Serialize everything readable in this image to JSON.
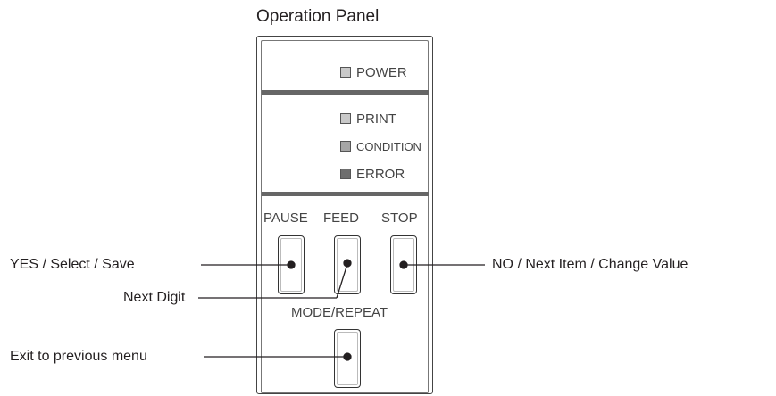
{
  "title": "Operation Panel",
  "leds": [
    {
      "label": "POWER",
      "color": "#c9c9c9"
    },
    {
      "label": "PRINT",
      "color": "#c9c9c9"
    },
    {
      "label": "CONDITION",
      "color": "#a6a6a6"
    },
    {
      "label": "ERROR",
      "color": "#6e6e6e"
    }
  ],
  "buttons": {
    "pause": "PAUSE",
    "feed": "FEED",
    "stop": "STOP",
    "mode_repeat": "MODE/REPEAT"
  },
  "callouts": {
    "pause": "YES / Select / Save",
    "feed": "Next Digit",
    "stop": "NO / Next Item / Change Value",
    "mode_repeat": "Exit to previous menu"
  }
}
